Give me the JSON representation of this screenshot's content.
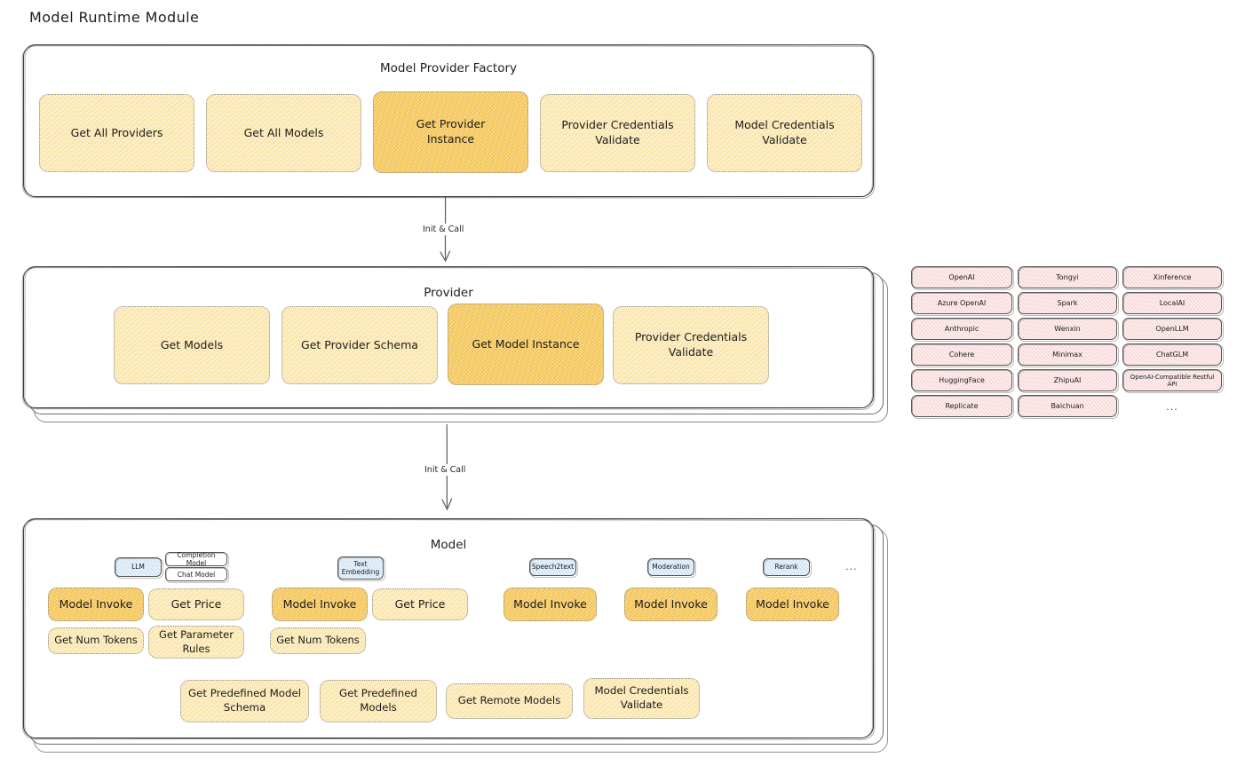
{
  "page": {
    "title": "Model Runtime Module"
  },
  "colors": {
    "node_yellow": "#fdf6e0",
    "node_orange": "#fbe5b4",
    "chip_pink": "#fdeeee",
    "badge_blue": "#e8f2fa",
    "stroke": "#3b3b3b",
    "text": "#1b1b1b"
  },
  "factory": {
    "title": "Model Provider Factory",
    "nodes": [
      {
        "label": "Get All Providers",
        "highlight": false
      },
      {
        "label": "Get All Models",
        "highlight": false
      },
      {
        "label": "Get Provider\nInstance",
        "highlight": true
      },
      {
        "label": "Provider Credentials\nValidate",
        "highlight": false
      },
      {
        "label": "Model Credentials\nValidate",
        "highlight": false
      }
    ]
  },
  "arrows": [
    {
      "label": "Init & Call"
    },
    {
      "label": "Init & Call"
    }
  ],
  "provider": {
    "title": "Provider",
    "nodes": [
      {
        "label": "Get Models",
        "highlight": false
      },
      {
        "label": "Get Provider Schema",
        "highlight": false
      },
      {
        "label": "Get Model Instance",
        "highlight": true
      },
      {
        "label": "Provider Credentials\nValidate",
        "highlight": false
      }
    ]
  },
  "provider_list": {
    "columns": [
      [
        "OpenAI",
        "Azure OpenAI",
        "Anthropic",
        "Cohere",
        "HuggingFace",
        "Replicate"
      ],
      [
        "Tongyi",
        "Spark",
        "Wenxin",
        "Minimax",
        "ZhipuAI",
        "Baichuan"
      ],
      [
        "Xinference",
        "LocalAI",
        "OpenLLM",
        "ChatGLM",
        "OpenAI-Compatible Restful API"
      ]
    ],
    "more": "..."
  },
  "model": {
    "title": "Model",
    "more": "...",
    "groups": [
      {
        "badge": "LLM",
        "sub_badges": [
          "Completion Model",
          "Chat Model"
        ],
        "nodes": [
          {
            "label": "Model Invoke",
            "highlight": true
          },
          {
            "label": "Get Price",
            "highlight": false
          },
          {
            "label": "Get Num Tokens",
            "highlight": false
          },
          {
            "label": "Get Parameter\nRules",
            "highlight": false
          }
        ]
      },
      {
        "badge": "Text\nEmbedding",
        "sub_badges": [],
        "nodes": [
          {
            "label": "Model Invoke",
            "highlight": true
          },
          {
            "label": "Get Price",
            "highlight": false
          },
          {
            "label": "Get Num Tokens",
            "highlight": false
          }
        ]
      },
      {
        "badge": "Speech2text",
        "sub_badges": [],
        "nodes": [
          {
            "label": "Model Invoke",
            "highlight": true
          }
        ]
      },
      {
        "badge": "Moderation",
        "sub_badges": [],
        "nodes": [
          {
            "label": "Model Invoke",
            "highlight": true
          }
        ]
      },
      {
        "badge": "Rerank",
        "sub_badges": [],
        "nodes": [
          {
            "label": "Model Invoke",
            "highlight": true
          }
        ]
      }
    ],
    "common_nodes": [
      {
        "label": "Get Predefined Model\nSchema"
      },
      {
        "label": "Get Predefined\nModels"
      },
      {
        "label": "Get Remote Models"
      },
      {
        "label": "Model Credentials\nValidate"
      }
    ]
  }
}
